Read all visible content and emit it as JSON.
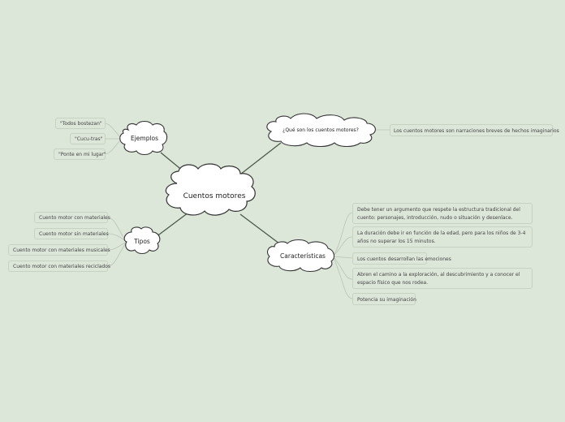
{
  "central": {
    "label": "Cuentos motores"
  },
  "branches": {
    "ejemplos": {
      "label": "Ejemplos",
      "items": [
        "\"Todos bostezan\"",
        "\"Cucu-tras\"",
        "\"Ponte en mi lugar\""
      ]
    },
    "tipos": {
      "label": "Tipos",
      "items": [
        "Cuento motor con materiales",
        "Cuento motor sin materiales",
        "Cuento motor con materiales musicales",
        "Cuento motor con materiales reciclados"
      ]
    },
    "que_son": {
      "label": "¿Qué son los cuentos motores?",
      "items": [
        "Los cuentos motores son narraciones breves de hechos imaginarios"
      ]
    },
    "caracteristicas": {
      "label": "Características",
      "items": [
        "Debe tener un argumento que respete la estructura tradicional del cuento: personajes, introducción, nudo o situación y desenlace.",
        "La duración debe ir en función de la edad, pero para los niños de 3-4 años no superar los 15 minutos.",
        "Los cuentos desarrollan las emociones",
        "Abren el camino a la exploración, al descubrimiento y a conocer el espacio físico que nos rodea.",
        "Potencia su imaginación"
      ]
    }
  },
  "colors": {
    "background": "#dce6d9",
    "line": "#4a5a4a",
    "cloud_fill": "#ffffff",
    "cloud_stroke": "#333333"
  }
}
